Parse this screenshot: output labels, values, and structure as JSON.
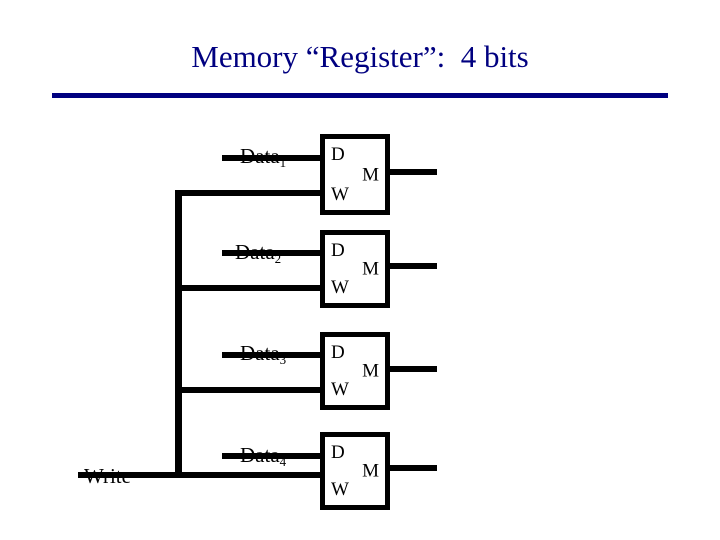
{
  "slide": {
    "title": "Memory “Register”:  4 bits",
    "accent_color": "#000080",
    "wire_color": "#000000",
    "background_color": "#ffffff"
  },
  "diagram": {
    "write_label": "Write",
    "ports": {
      "data_in": "D",
      "write_enable": "W",
      "memory_out": "M"
    },
    "cells": [
      {
        "data_label": "Data",
        "data_index": "1",
        "port_d": "D",
        "port_w": "W",
        "port_m": "M"
      },
      {
        "data_label": "Data",
        "data_index": "2",
        "port_d": "D",
        "port_w": "W",
        "port_m": "M"
      },
      {
        "data_label": "Data",
        "data_index": "3",
        "port_d": "D",
        "port_w": "W",
        "port_m": "M"
      },
      {
        "data_label": "Data",
        "data_index": "4",
        "port_d": "D",
        "port_w": "W",
        "port_m": "M"
      }
    ]
  }
}
